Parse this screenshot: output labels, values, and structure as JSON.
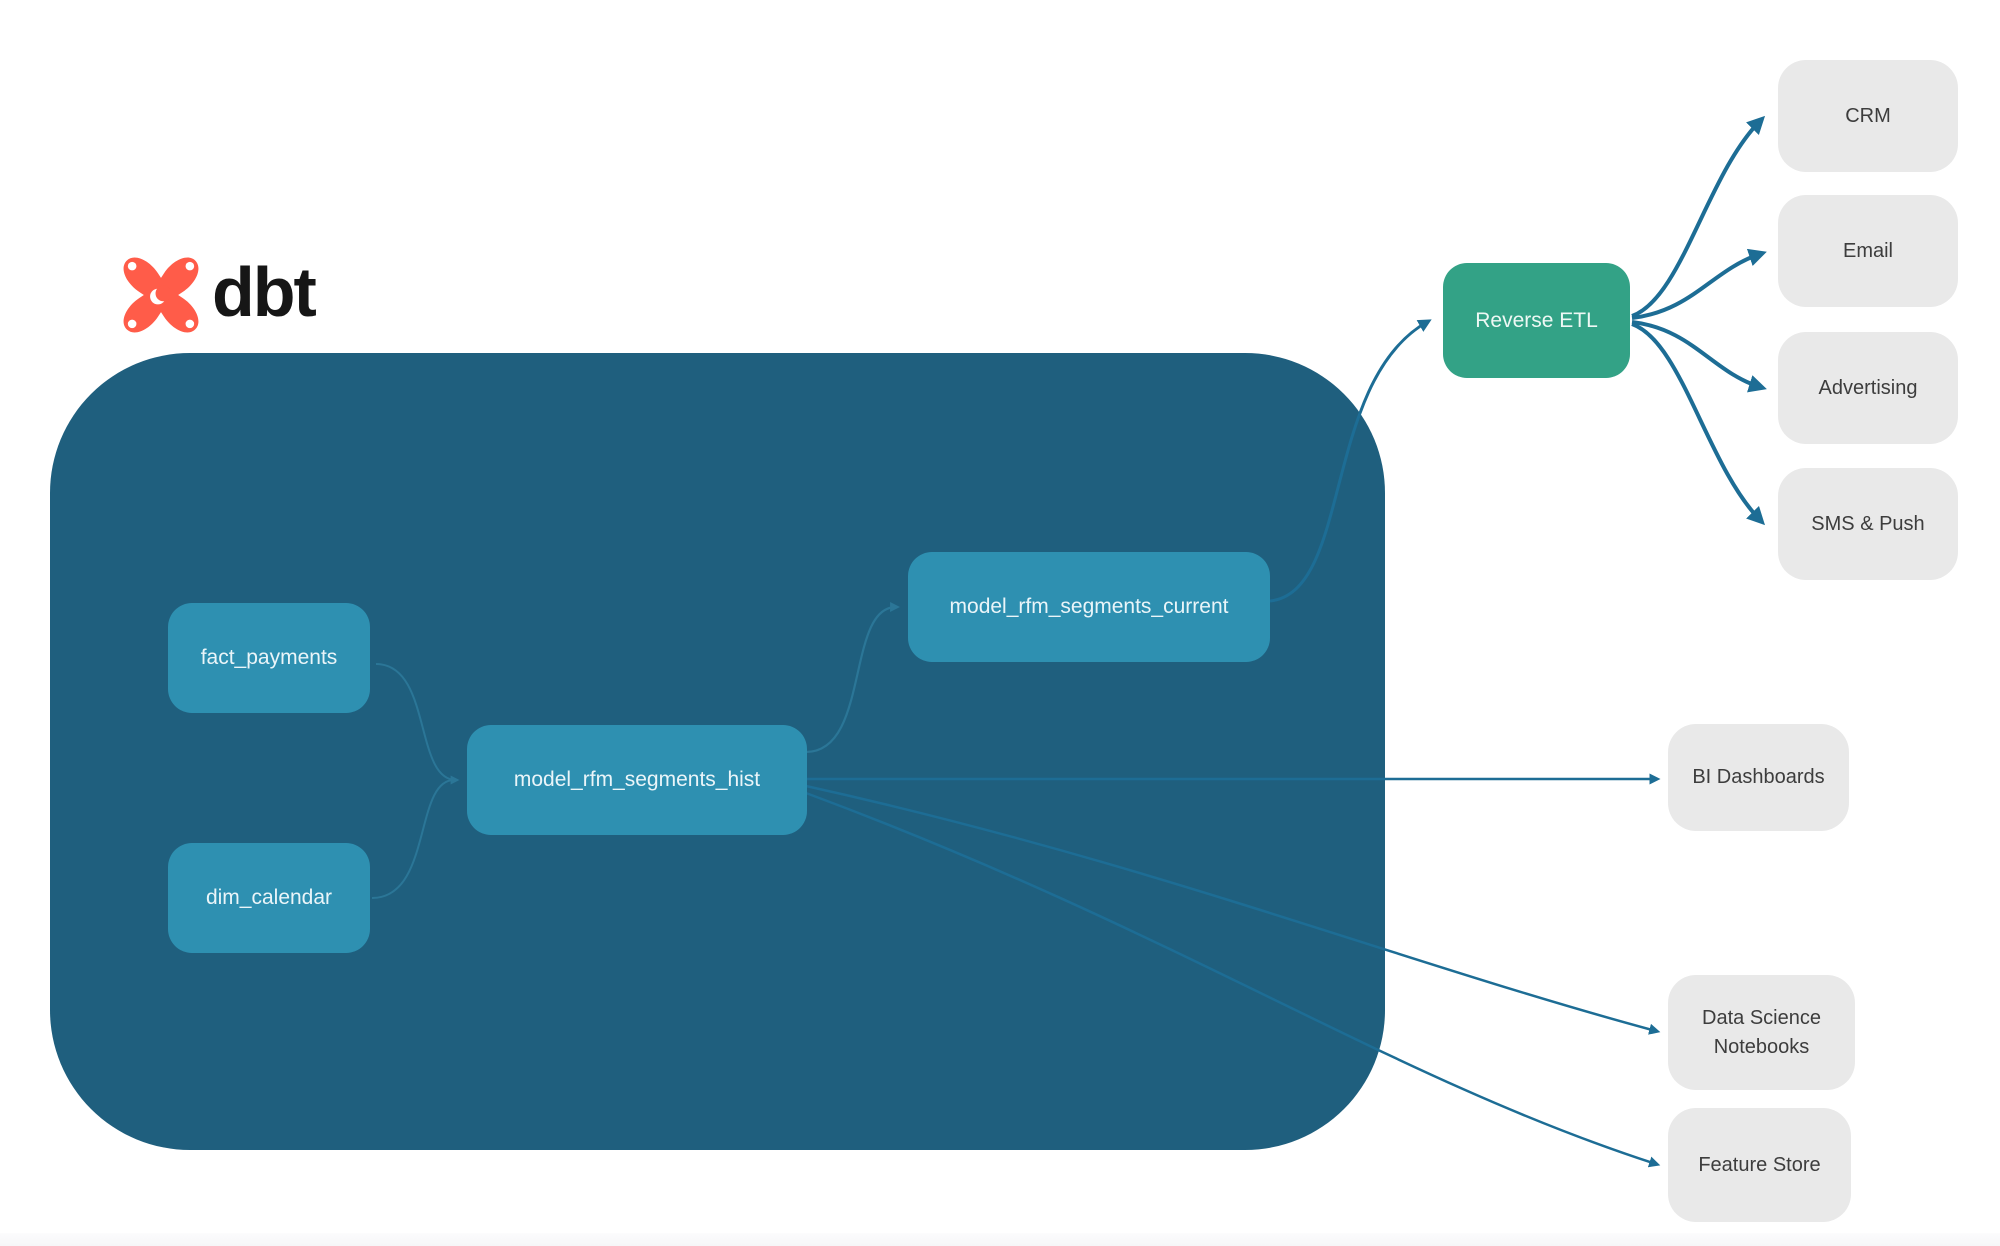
{
  "brand": {
    "name": "dbt"
  },
  "diagram": {
    "warehouse": {
      "sources": [
        {
          "label": "fact_payments"
        },
        {
          "label": "dim_calendar"
        }
      ],
      "models": [
        {
          "label": "model_rfm_segments_hist"
        },
        {
          "label": "model_rfm_segments_current"
        }
      ]
    },
    "reverse_etl": {
      "label": "Reverse ETL"
    },
    "activation_destinations": [
      {
        "label": "CRM"
      },
      {
        "label": "Email"
      },
      {
        "label": "Advertising"
      },
      {
        "label": "SMS & Push"
      }
    ],
    "analytics_destinations": [
      {
        "label": "BI Dashboards"
      },
      {
        "label": "Data Science Notebooks"
      },
      {
        "label": "Feature Store"
      }
    ],
    "colors": {
      "warehouse_bg": "#1f5f7e",
      "model_node_bg": "#2e90b1",
      "reverse_etl_bg": "#33a286",
      "destination_bg": "#e9e9e9",
      "arrow_external": "#1d6d95",
      "arrow_internal": "#2b7697",
      "logo_orange": "#ff5c49",
      "logo_text": "#161616"
    }
  }
}
